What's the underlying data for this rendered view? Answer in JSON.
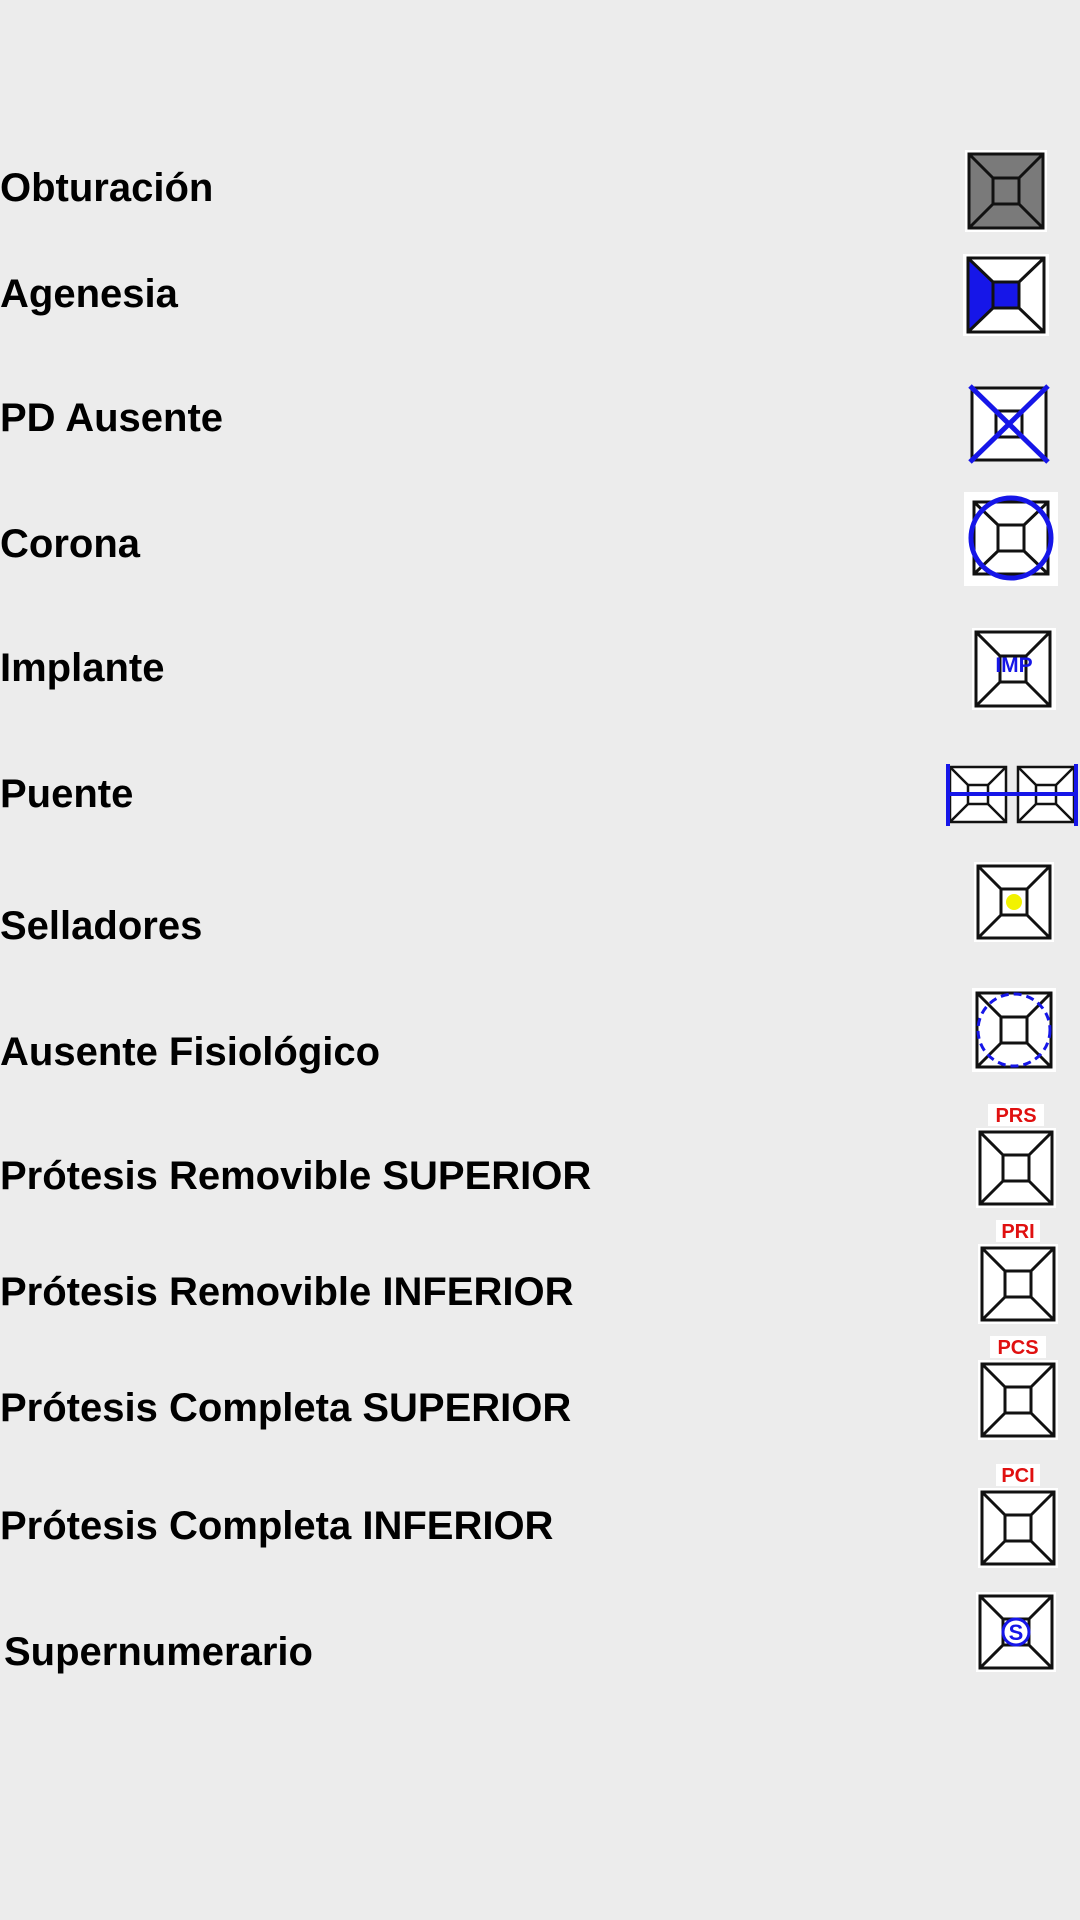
{
  "colors": {
    "background": "#ececec",
    "stroke": "#111111",
    "blue": "#1616e8",
    "red": "#e01010",
    "yellow": "#f2f200",
    "gray": "#7a7a7a"
  },
  "legend": {
    "items": [
      {
        "label": "Obturación",
        "icon": "tooth-filled-gray-icon"
      },
      {
        "label": "Agenesia",
        "icon": "tooth-agenesis-blue-icon"
      },
      {
        "label": "PD Ausente",
        "icon": "tooth-crossed-blue-icon"
      },
      {
        "label": "Corona",
        "icon": "tooth-crown-circle-icon"
      },
      {
        "label": "Implante",
        "icon": "tooth-implant-imp-icon",
        "icon_text": "IMP"
      },
      {
        "label": "Puente",
        "icon": "tooth-bridge-icon"
      },
      {
        "label": "Selladores",
        "icon": "tooth-sealant-yellow-icon"
      },
      {
        "label": "Ausente Fisiológico",
        "icon": "tooth-dashed-circle-icon"
      },
      {
        "label": "Prótesis Removible SUPERIOR",
        "icon": "tooth-prosthesis-prs-icon",
        "icon_text": "PRS"
      },
      {
        "label": "Prótesis Removible INFERIOR",
        "icon": "tooth-prosthesis-pri-icon",
        "icon_text": "PRI"
      },
      {
        "label": "Prótesis Completa SUPERIOR",
        "icon": "tooth-prosthesis-pcs-icon",
        "icon_text": "PCS"
      },
      {
        "label": "Prótesis Completa INFERIOR",
        "icon": "tooth-prosthesis-pci-icon",
        "icon_text": "PCI"
      },
      {
        "label": "Supernumerario",
        "icon": "tooth-supernumerary-s-icon",
        "icon_text": "S"
      }
    ]
  }
}
